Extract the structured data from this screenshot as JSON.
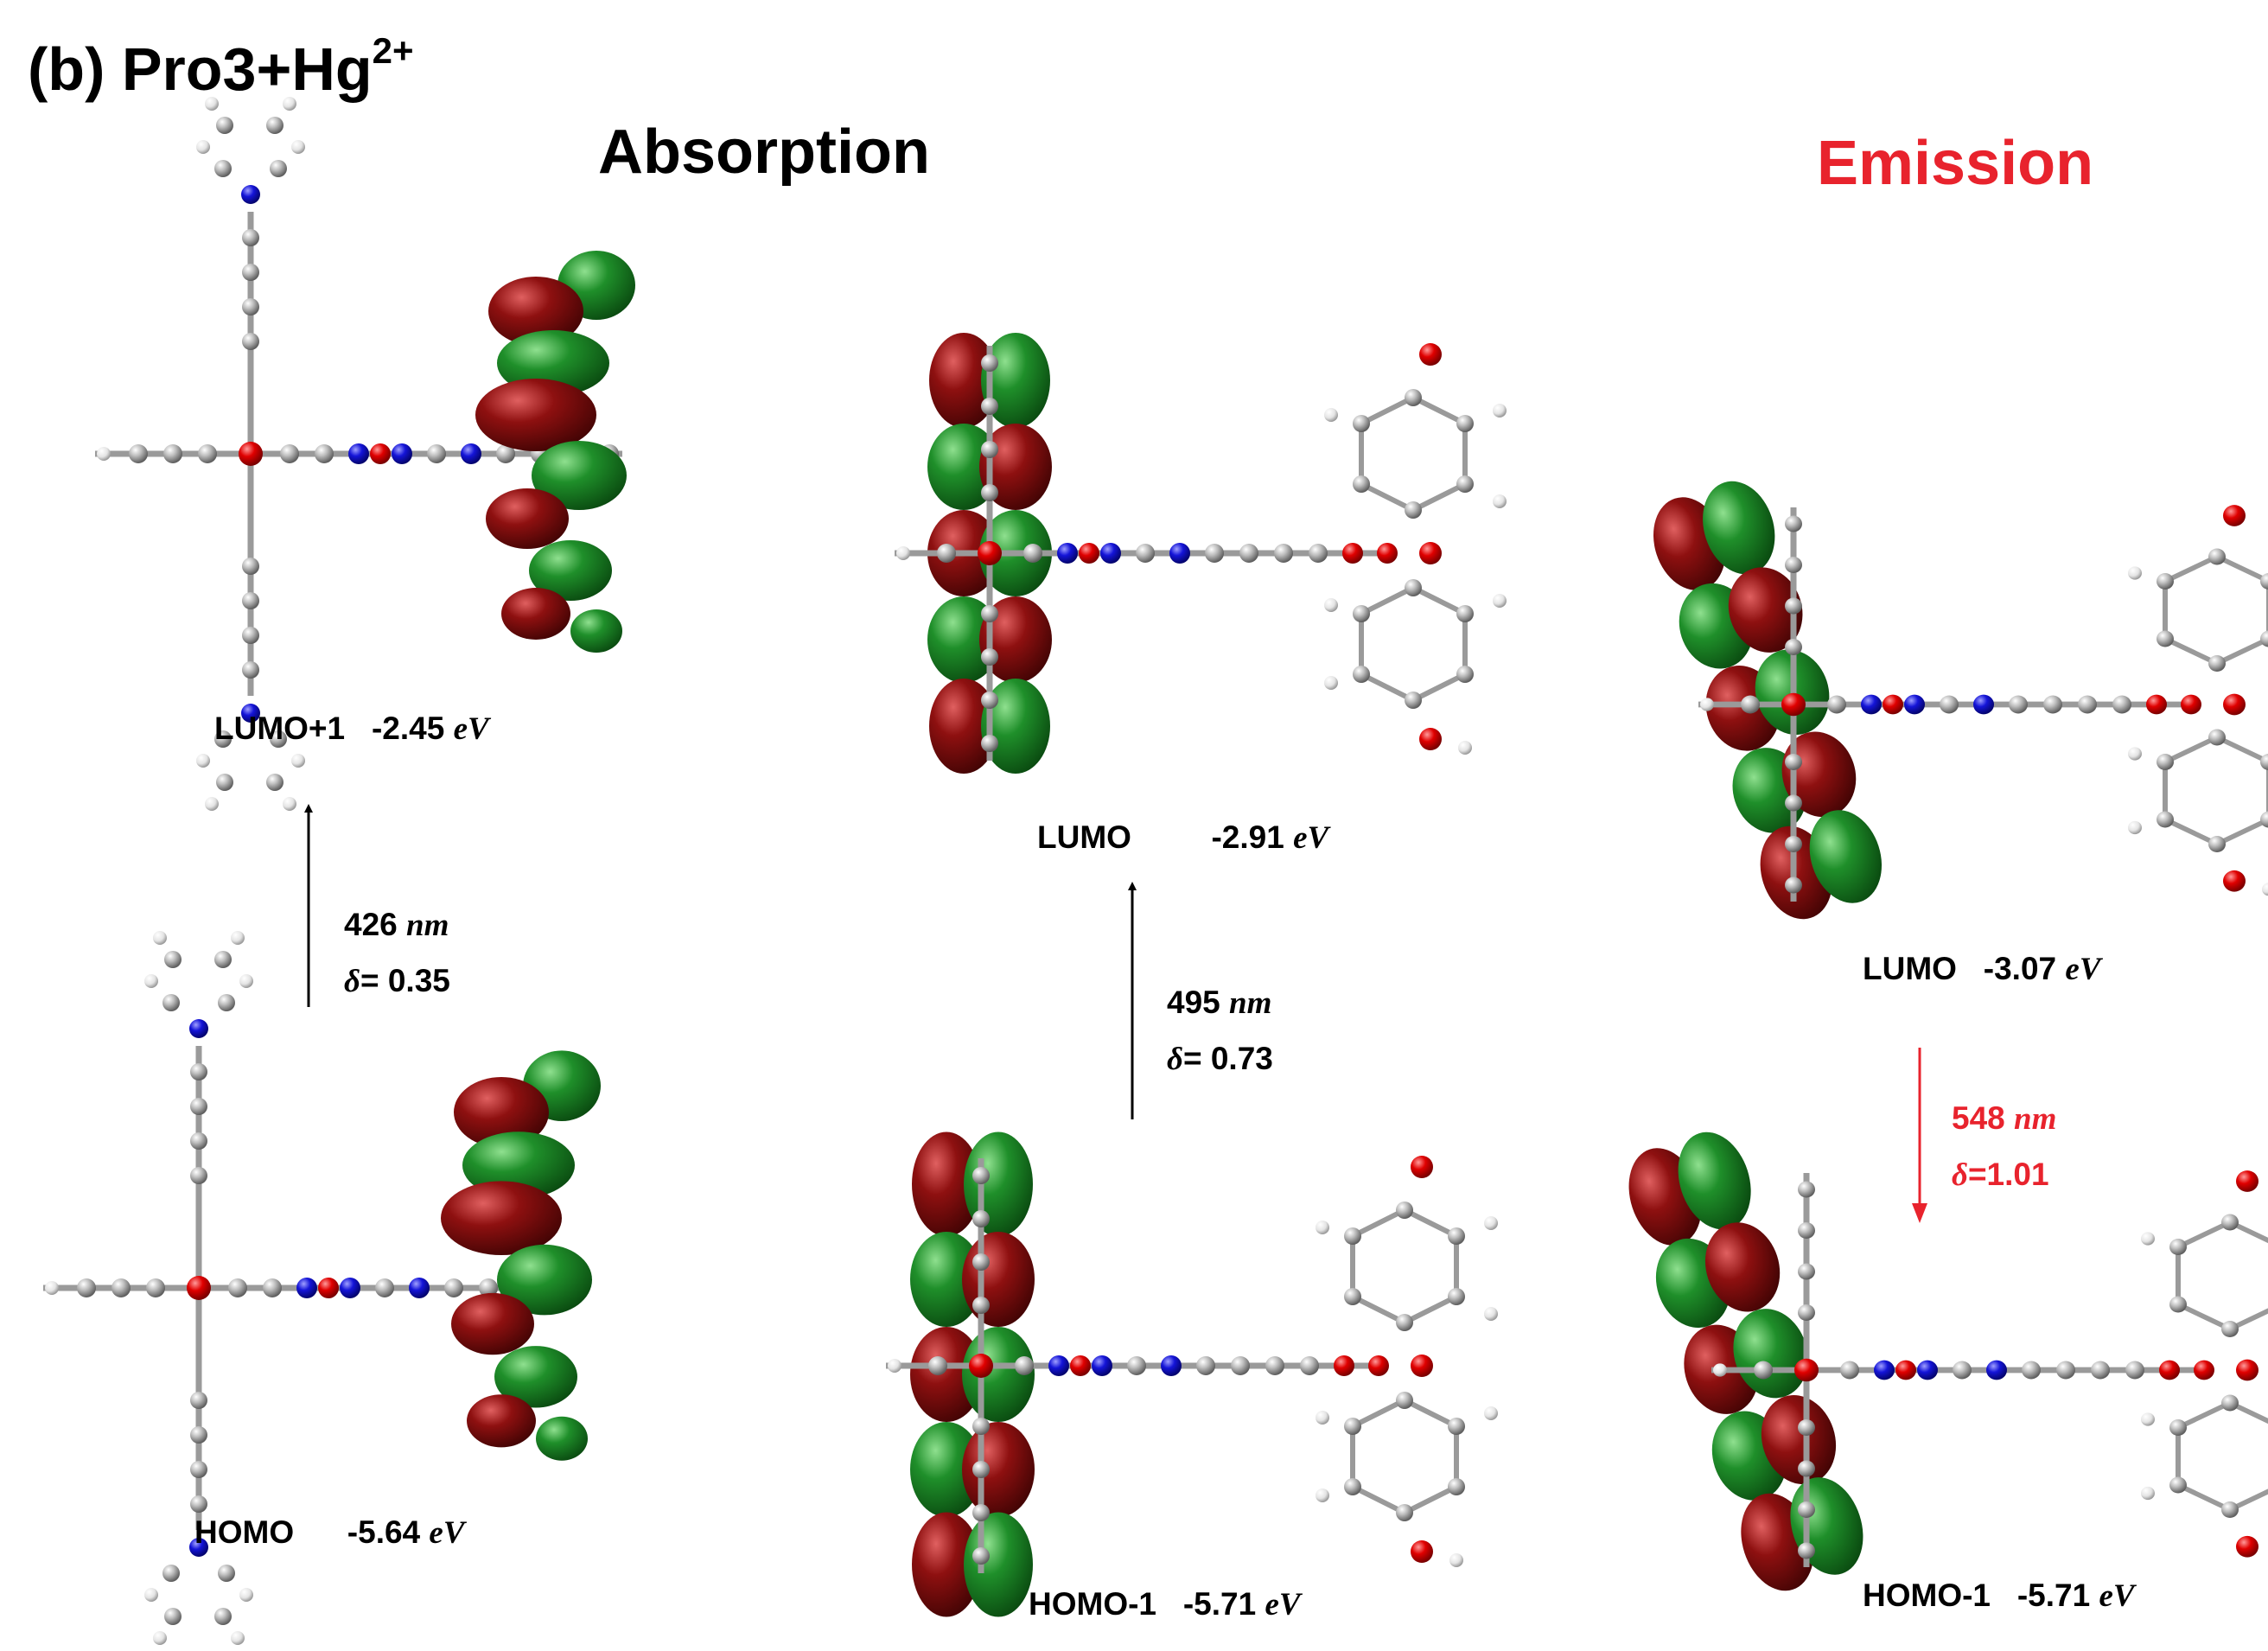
{
  "panel": {
    "letter": "(b)",
    "formula_main": "Pro3+Hg",
    "formula_sup": "2+"
  },
  "headers": {
    "absorption": "Absorption",
    "emission": "Emission"
  },
  "colors": {
    "emission_red": "#e8232d",
    "lobe_green": "#1e8a28",
    "lobe_red": "#8c0f0f",
    "atom_gray": "#a8a8a8",
    "atom_red": "#e00000",
    "atom_blue": "#1010d0"
  },
  "orbitals": [
    {
      "id": "abs1_upper",
      "name": "LUMO+1",
      "energy": "-2.45",
      "unit": "eV"
    },
    {
      "id": "abs1_lower",
      "name": "HOMO",
      "energy": "-5.64",
      "unit": "eV"
    },
    {
      "id": "abs2_upper",
      "name": "LUMO",
      "energy": "-2.91",
      "unit": "eV"
    },
    {
      "id": "abs2_lower",
      "name": "HOMO-1",
      "energy": "-5.71",
      "unit": "eV"
    },
    {
      "id": "em_upper",
      "name": "LUMO",
      "energy": "-3.07",
      "unit": "eV"
    },
    {
      "id": "em_lower",
      "name": "HOMO-1",
      "energy": "-5.71",
      "unit": "eV"
    }
  ],
  "transitions": [
    {
      "id": "abs1",
      "wavelength": "426",
      "unit": "nm",
      "delta_symbol": "δ",
      "delta_value": "= 0.35"
    },
    {
      "id": "abs2",
      "wavelength": "495",
      "unit": "nm",
      "delta_symbol": "δ",
      "delta_value": "= 0.73"
    },
    {
      "id": "em",
      "wavelength": "548",
      "unit": "nm",
      "delta_symbol": "δ",
      "delta_value": "=1.01"
    }
  ]
}
